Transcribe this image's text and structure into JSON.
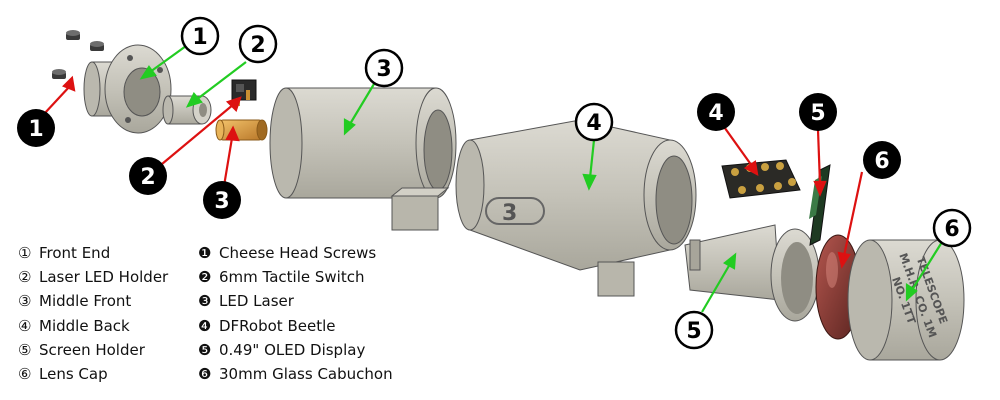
{
  "legend_printed_parts": [
    {
      "marker": "①",
      "label": "Front End"
    },
    {
      "marker": "②",
      "label": "Laser LED Holder"
    },
    {
      "marker": "③",
      "label": "Middle Front"
    },
    {
      "marker": "④",
      "label": "Middle Back"
    },
    {
      "marker": "⑤",
      "label": "Screen Holder"
    },
    {
      "marker": "⑥",
      "label": "Lens Cap"
    }
  ],
  "legend_hardware": [
    {
      "marker": "❶",
      "label": "Cheese Head Screws"
    },
    {
      "marker": "❷",
      "label": "6mm Tactile Switch"
    },
    {
      "marker": "❸",
      "label": "LED Laser"
    },
    {
      "marker": "❹",
      "label": "DFRobot Beetle"
    },
    {
      "marker": "❺",
      "label": "0.49\" OLED Display"
    },
    {
      "marker": "❻",
      "label": "30mm Glass Cabuchon"
    }
  ],
  "callouts_printed": [
    "1",
    "2",
    "3",
    "4",
    "5",
    "6"
  ],
  "callouts_hardware": [
    "1",
    "2",
    "3",
    "4",
    "5",
    "6"
  ],
  "engraving": {
    "part_number": "3",
    "cap_line1": "TELESCOPE",
    "cap_line2": "M.H.R. CO. 1M",
    "cap_line3": "NO. 1TT"
  },
  "colors": {
    "printed_callout_arrow": "#22cc22",
    "hardware_callout_arrow": "#dd1111",
    "plastic_part": "#c4c2b8",
    "badge_fill": "#000000"
  }
}
